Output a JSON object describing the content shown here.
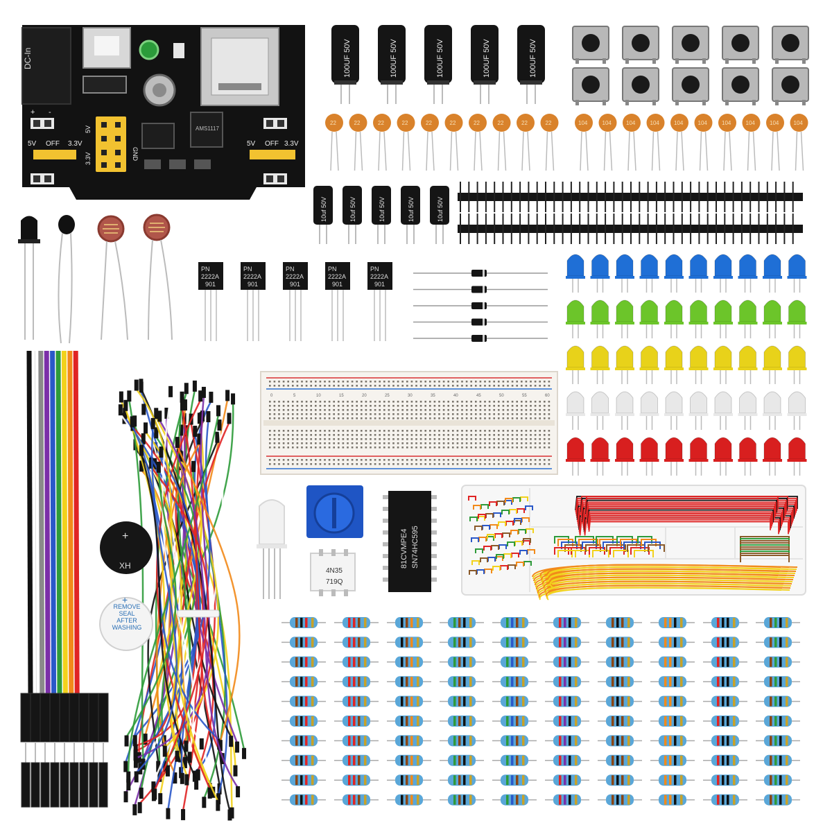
{
  "power_module": {
    "dc_label": "DC-In",
    "left_jumper": {
      "v5": "5V",
      "off": "OFF",
      "v33": "3.3V"
    },
    "right_jumper": {
      "v5": "5V",
      "off": "OFF",
      "v33": "3.3V"
    },
    "pin_labels": {
      "v5": "5V",
      "v33": "3.3V",
      "gnd": "GND"
    },
    "regulator": "AMS1117",
    "plus": "+",
    "minus": "-"
  },
  "large_capacitors": {
    "label": "100UF 50V",
    "count": 5
  },
  "small_capacitors": {
    "label": "10uf 50V",
    "count": 5
  },
  "ceramic_caps": {
    "left_label": "22",
    "right_label": "104",
    "count_each": 10
  },
  "transistors": {
    "line1": "PN",
    "line2": "2222A",
    "line3": "901",
    "count": 5
  },
  "led_colors": [
    "#1f6fd6",
    "#6cc52a",
    "#e8d21a",
    "#e8e8e8",
    "#d81f1f"
  ],
  "led_columns": 10,
  "buzzer_active": {
    "label": "XH",
    "plus": "+"
  },
  "buzzer_passive": {
    "plus": "+",
    "seal_text": [
      "REMOVE",
      "SEAL",
      "AFTER",
      "WASHING"
    ]
  },
  "ic_chip": {
    "line1": "81CVMPE4",
    "line2": "SN74HC595"
  },
  "optocoupler": {
    "line1": "4N35",
    "line2": "719Q"
  },
  "breadboard": {
    "top_numbers": [
      "0",
      "5",
      "10",
      "15",
      "20",
      "25",
      "30",
      "35",
      "40",
      "45",
      "50",
      "55",
      "60"
    ]
  },
  "resistors": {
    "columns": 10,
    "rows": 10
  },
  "dupont_wire_colors": [
    "#111111",
    "#ffffff",
    "#8a8a8a",
    "#7b2fa8",
    "#2a58c9",
    "#2e9b3a",
    "#f2d21c",
    "#f28a1a",
    "#e02424"
  ],
  "colors": {
    "pcb": "#121212",
    "header_yellow": "#f2c230",
    "ceramic": "#d9822b",
    "resistor_body": "#5aa7d8"
  }
}
